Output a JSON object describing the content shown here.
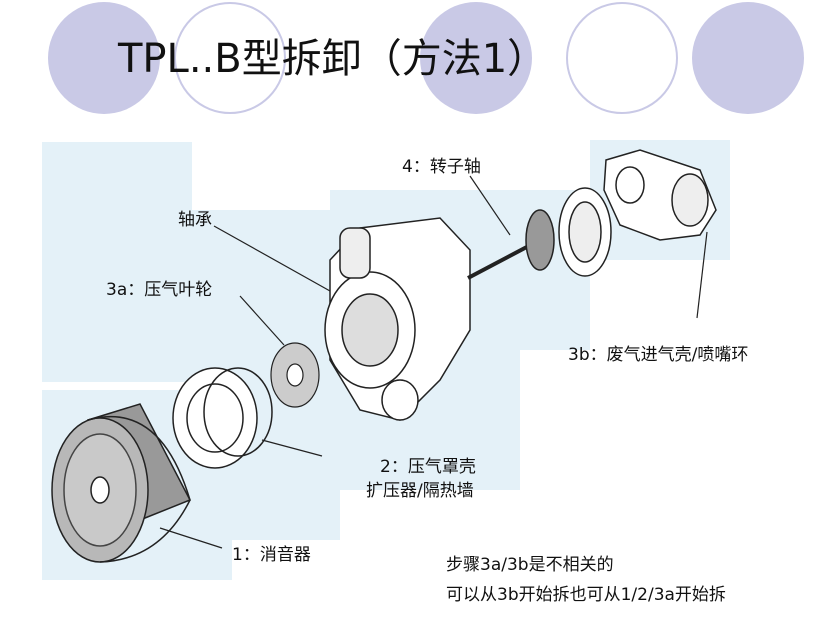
{
  "slide": {
    "title": "TPL..B型拆卸（方法1）"
  },
  "labels": {
    "rotor_shaft": "4：转子轴",
    "bearing": "轴承",
    "compressor_wheel": "3a：压气叶轮",
    "exhaust_casing": "3b：废气进气壳/喷嘴环",
    "compressor_cover_line1": "2：压气罩壳",
    "compressor_cover_line2": "扩压器/隔热墙",
    "silencer": "1：消音器"
  },
  "notes": {
    "line1": "步骤3a/3b是不相关的",
    "line2": "可以从3b开始拆也可从1/2/3a开始拆"
  },
  "colors": {
    "circle_fill": "#c9c9e6",
    "figure_bg": "#e4f1f8",
    "line": "#222222"
  }
}
